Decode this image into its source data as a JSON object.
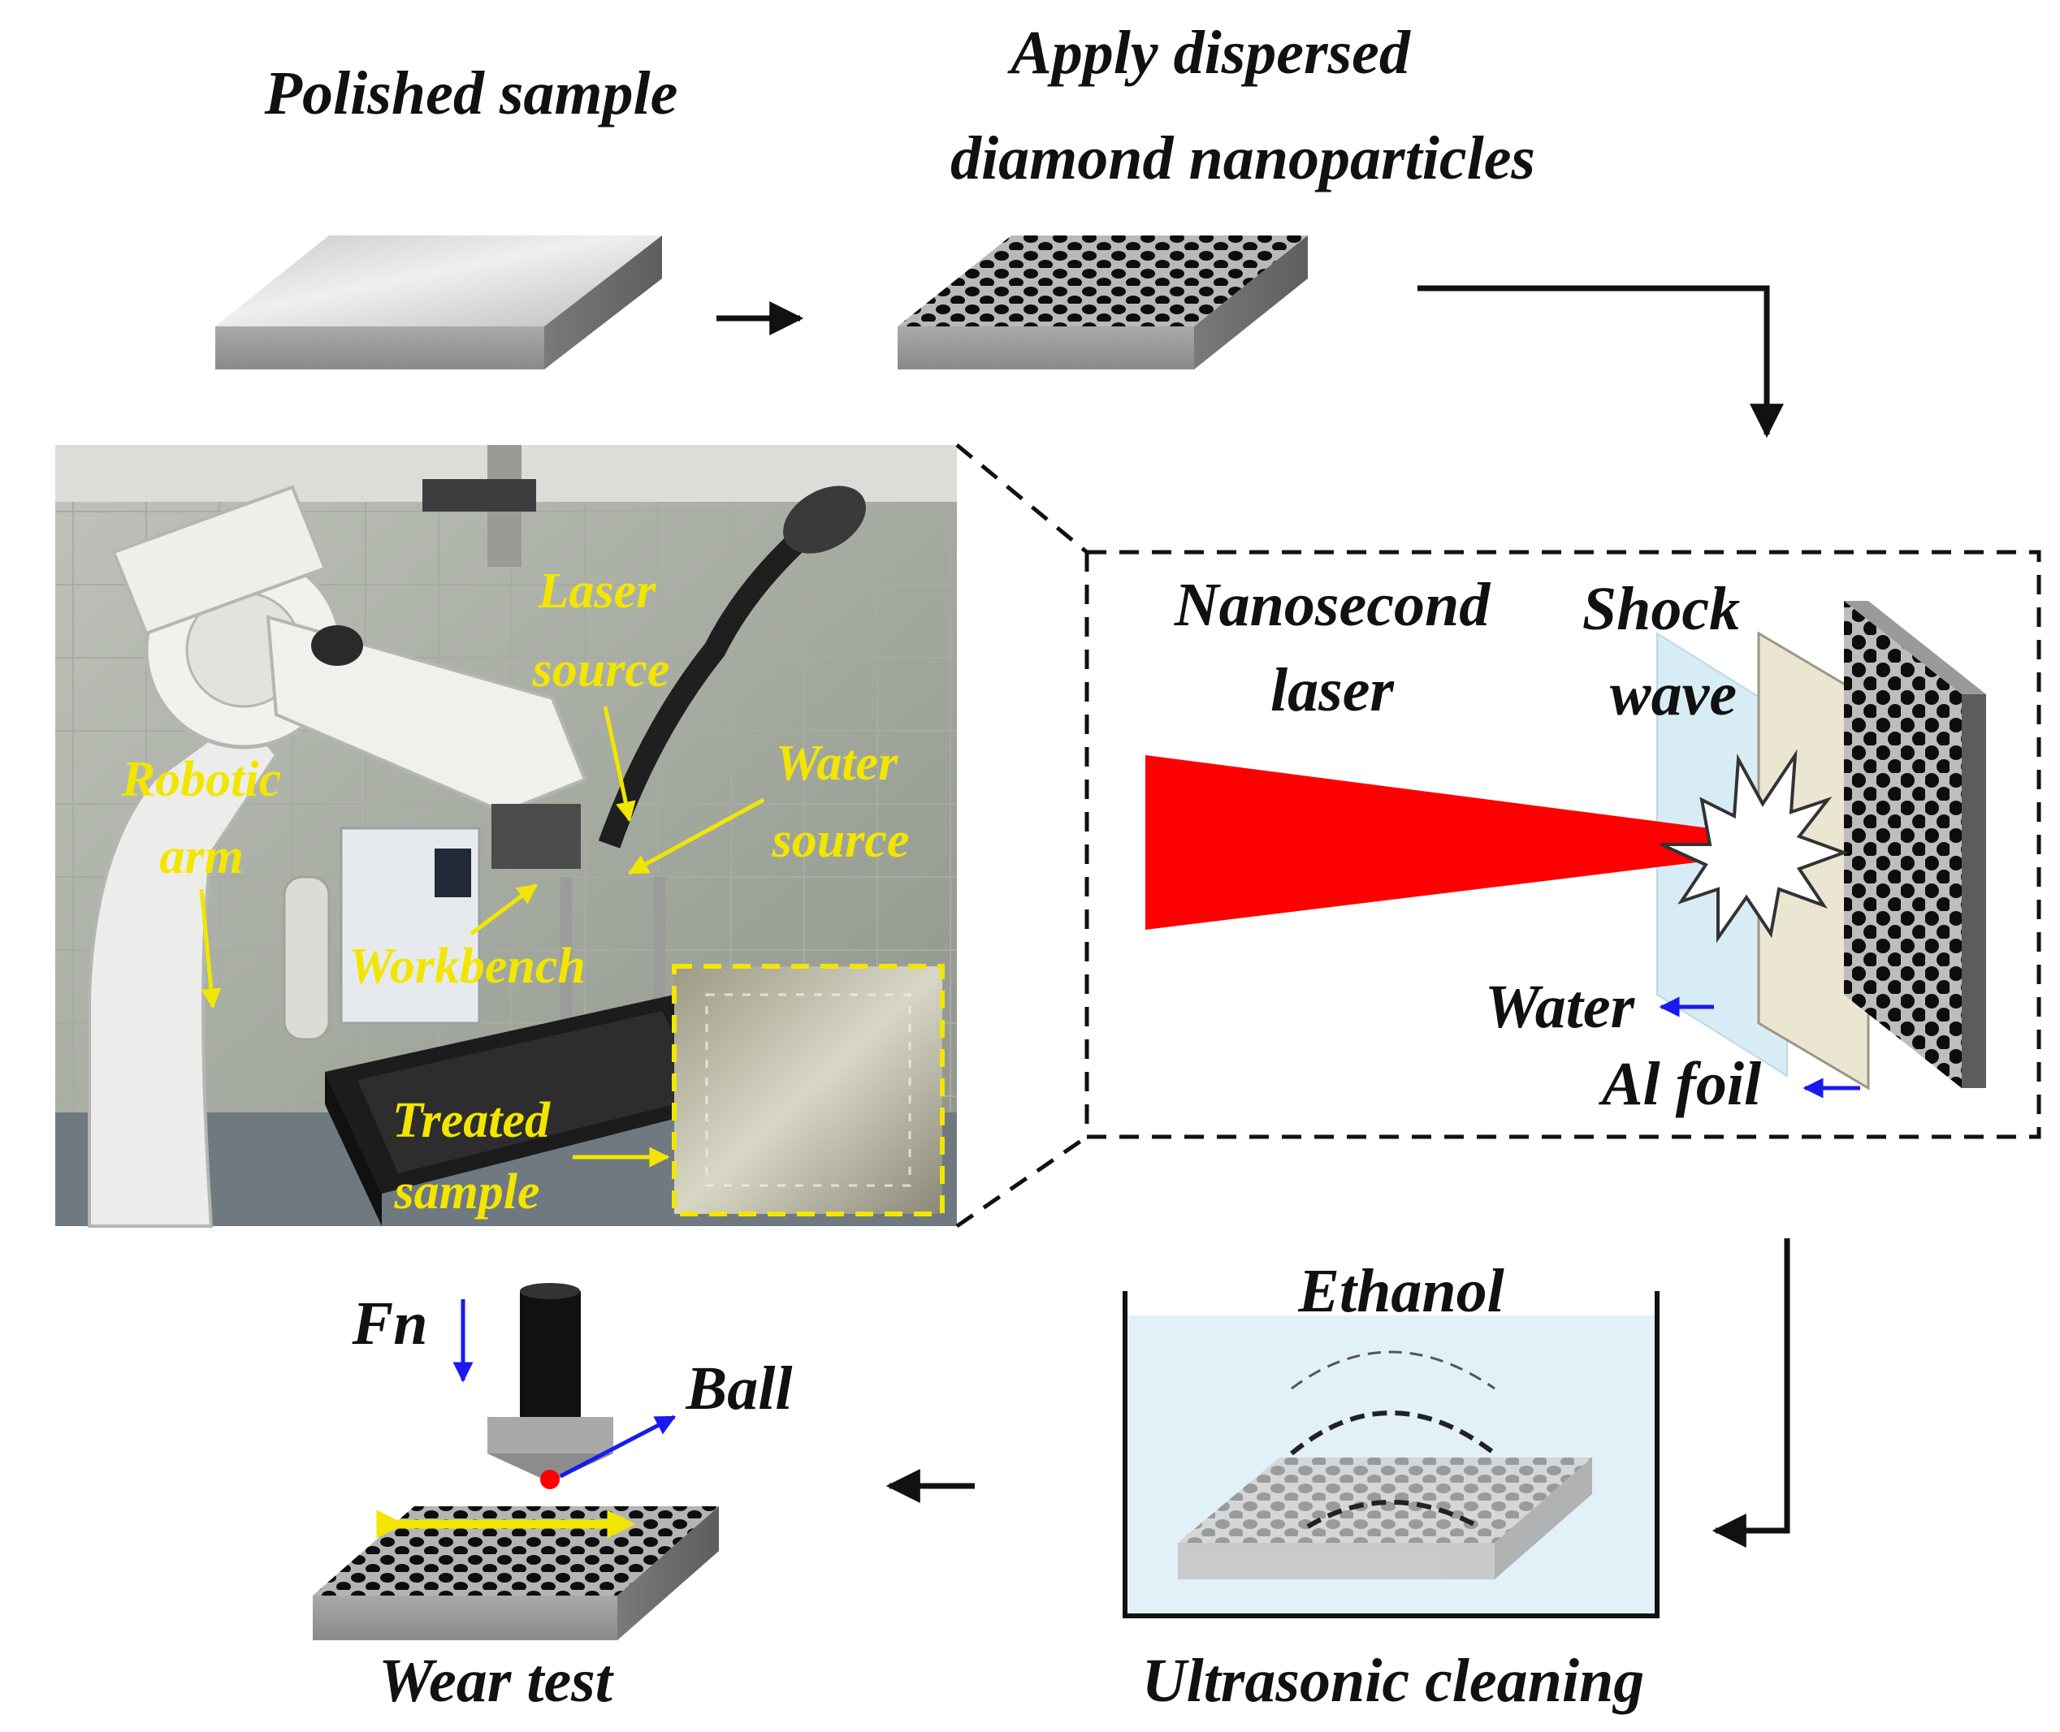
{
  "steps": {
    "polished": "Polished sample",
    "apply_line1": "Apply dispersed",
    "apply_line2": "diamond nanoparticles",
    "wear_test": "Wear test",
    "ultrasonic": "Ultrasonic cleaning"
  },
  "photo_labels": {
    "laser_l1": "Laser",
    "laser_l2": "source",
    "robotic_l1": "Robotic",
    "robotic_l2": "arm",
    "water_l1": "Water",
    "water_l2": "source",
    "workbench": "Workbench",
    "treated_l1": "Treated",
    "treated_l2": "sample"
  },
  "lsp_schematic": {
    "nano_l1": "Nanosecond",
    "nano_l2": "laser",
    "shock_l1": "Shock",
    "shock_l2": "wave",
    "water": "Water",
    "al_foil": "Al foil"
  },
  "cleaning": {
    "ethanol": "Ethanol"
  },
  "wear": {
    "fn": "Fn",
    "ball": "Ball"
  },
  "colors": {
    "laser_beam": "#ff0000",
    "photo_label": "#f2e600",
    "force_arrow": "#1a1aee",
    "water_layer": "#d8ecf6",
    "al_foil": "#ebe6d2",
    "ethanol_bath": "#e2f0f8"
  }
}
